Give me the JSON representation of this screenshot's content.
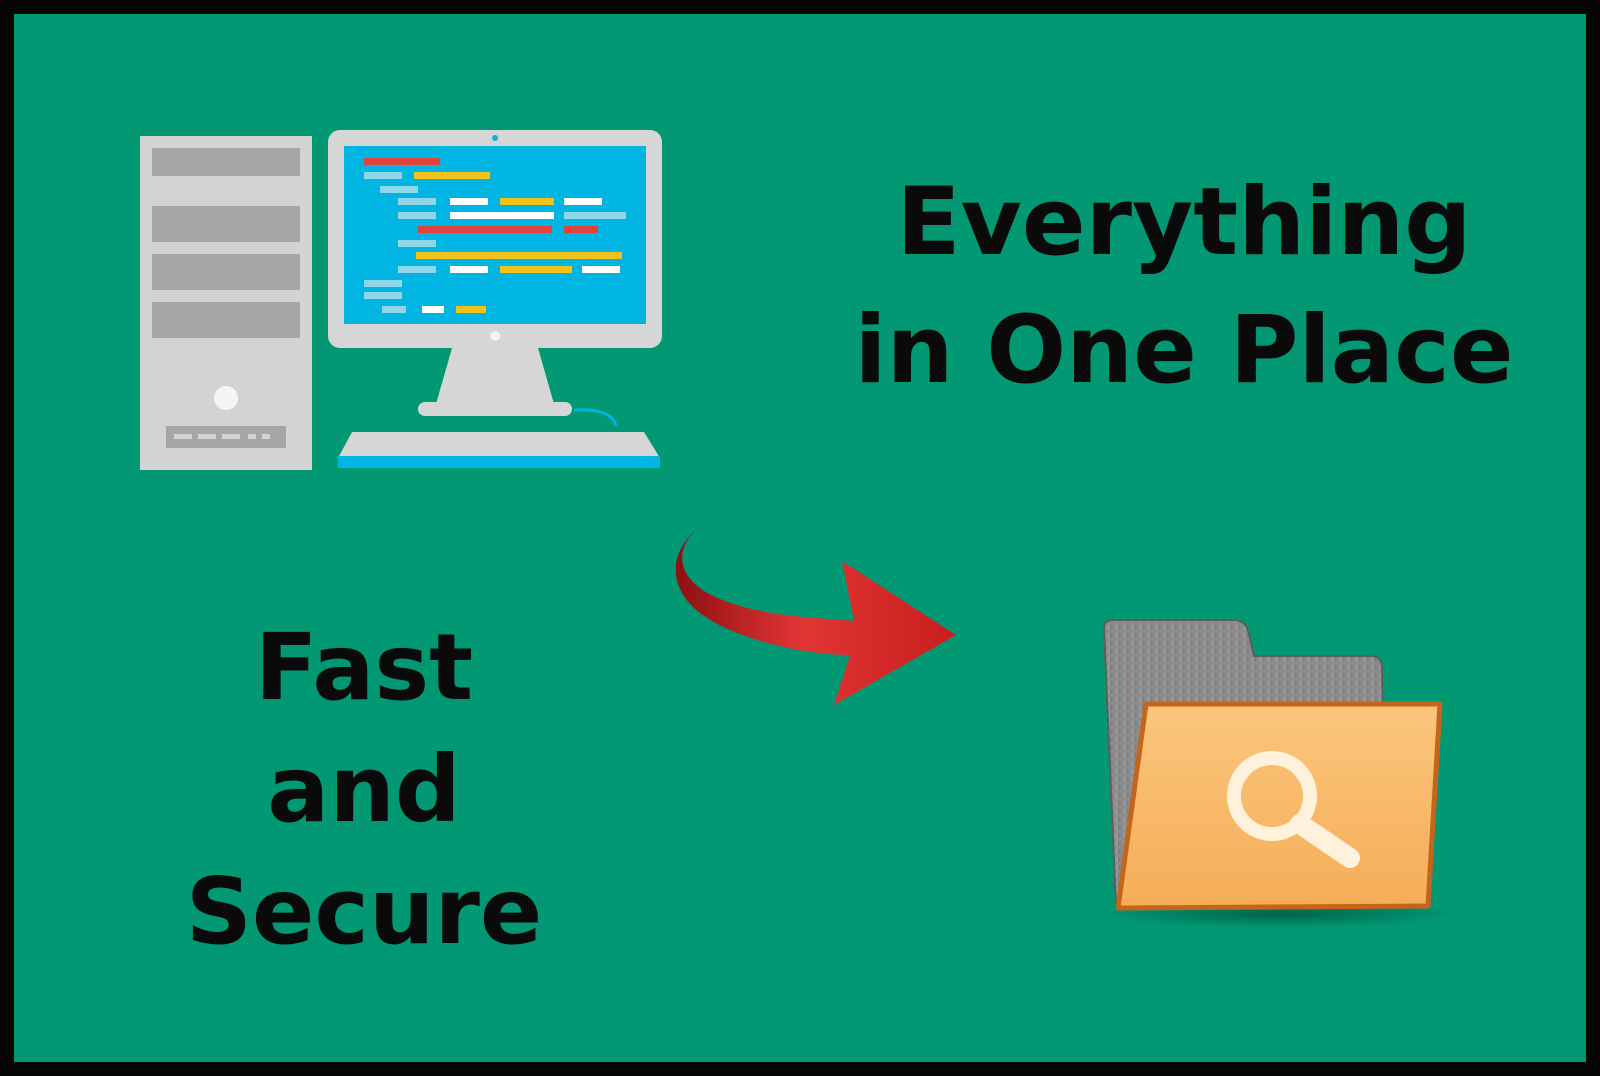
{
  "headline": {
    "line1": "Everything",
    "line2": "in One Place"
  },
  "tagline": {
    "line1": "Fast",
    "line2": "and",
    "line3": "Secure"
  },
  "colors": {
    "background": "#029873",
    "border": "#050505",
    "text": "#0a0a0a",
    "screen": "#00b5e2",
    "arrow": "#d42424",
    "folder": "#f7b765"
  },
  "icons": [
    "desktop-computer-icon",
    "curved-arrow-icon",
    "search-folder-icon"
  ]
}
